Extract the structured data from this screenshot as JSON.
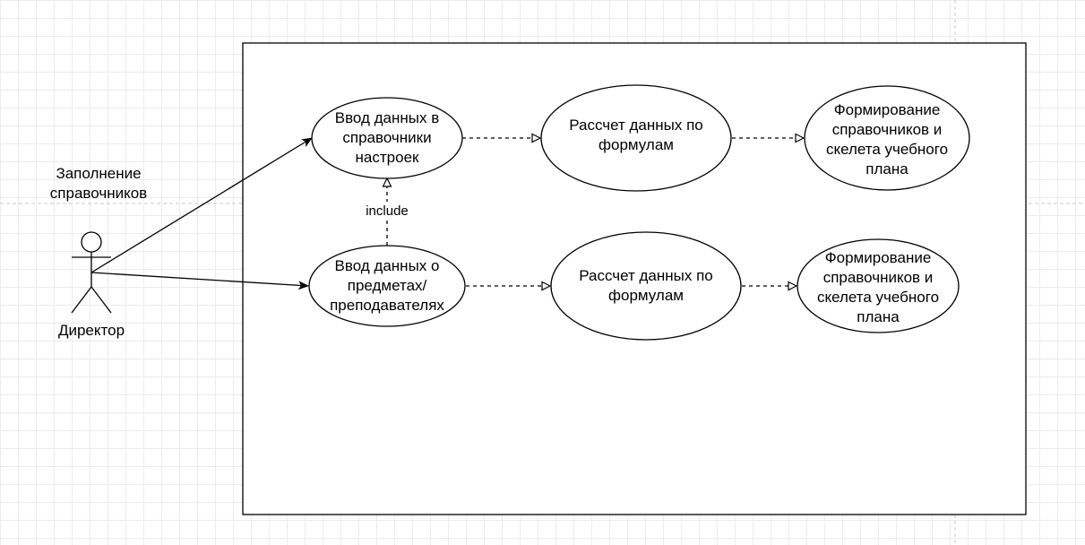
{
  "diagram": {
    "actor": {
      "name": "Директор",
      "group_label": "Заполнение\nсправочников"
    },
    "use_cases": {
      "input_settings": "Ввод данных в\nсправочники\nнастроек",
      "calc_1": "Рассчет данных по\nформулам",
      "form_1": "Формирование\nсправочников и\nскелета учебного\nплана",
      "input_subjects": "Ввод данных о\nпредметах/\nпреподавателях",
      "calc_2": "Рассчет данных по\nформулам",
      "form_2": "Формирование\nсправочников и\nскелета учебного\nплана"
    },
    "relations": {
      "include_label": "include"
    }
  }
}
